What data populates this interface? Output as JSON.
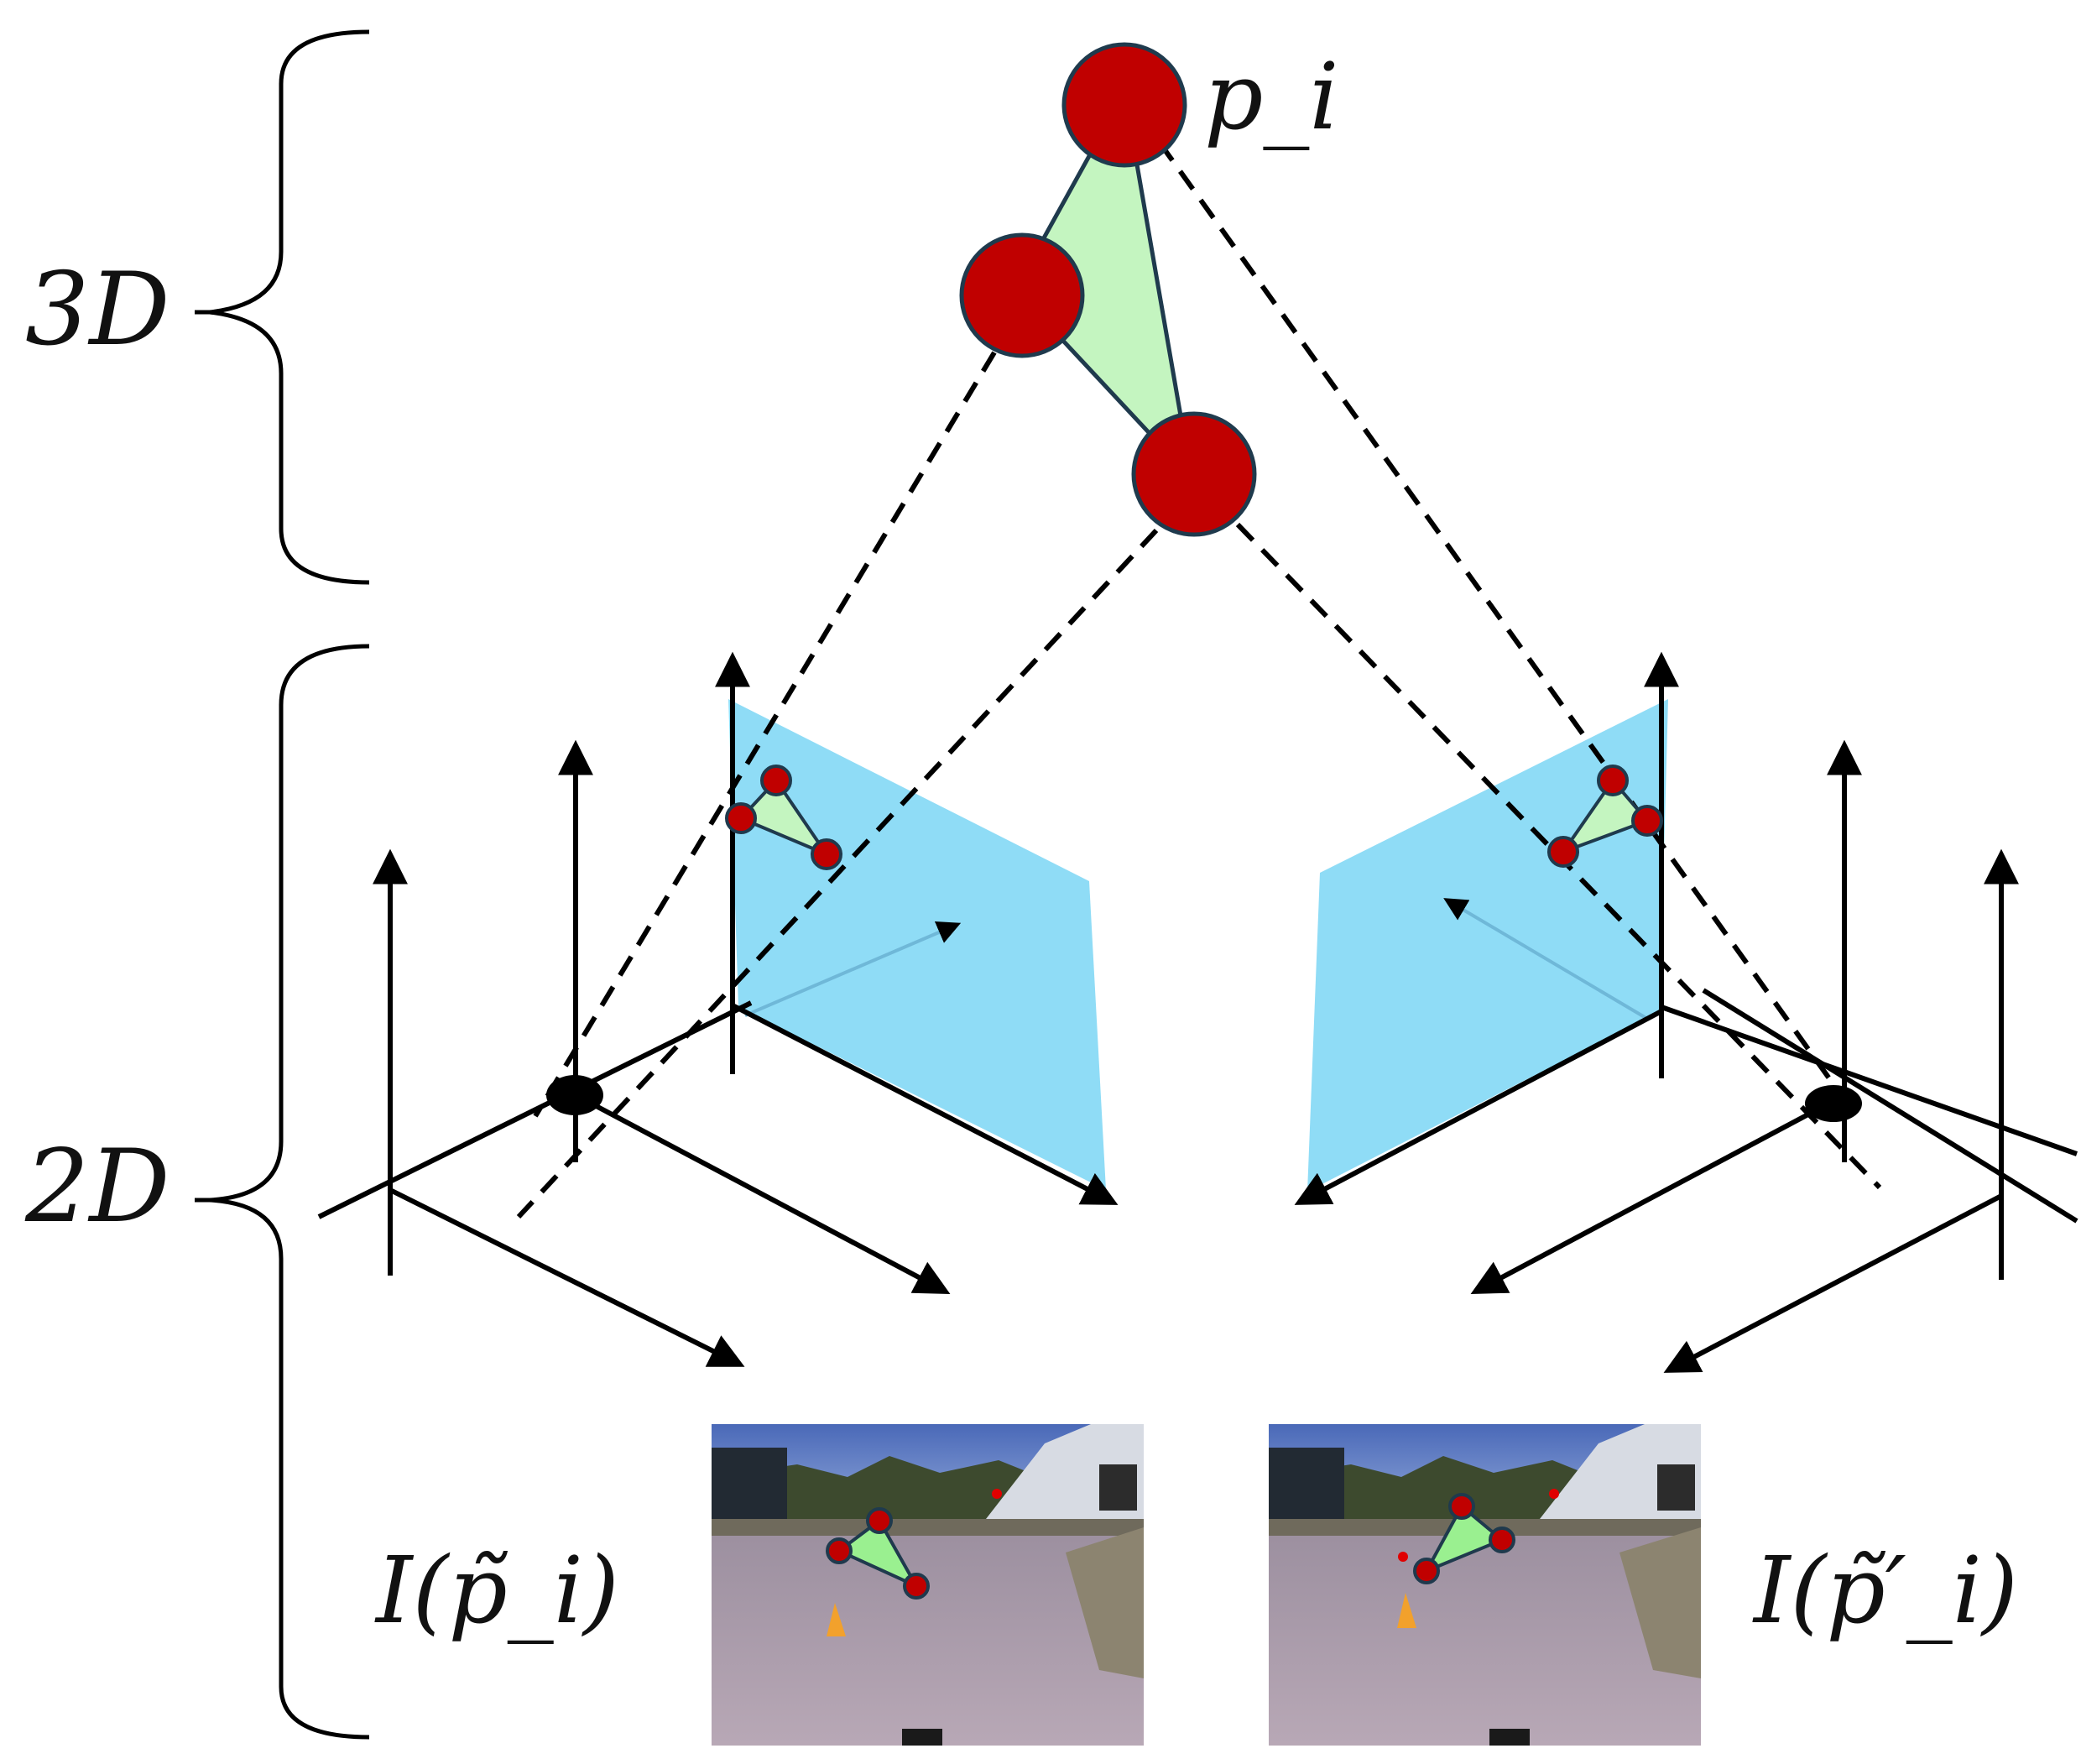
{
  "labels": {
    "three_d": "3D",
    "two_d": "2D",
    "point": "p_i",
    "image_left": "I(p̃_i)",
    "image_right": "I(p̃′_i)"
  },
  "colors": {
    "node_fill": "#c00000",
    "node_stroke": "#1f3a4d",
    "triangle_fill": "#c4f5c0",
    "image_plane": "#8fdcf6",
    "line": "#000000"
  }
}
